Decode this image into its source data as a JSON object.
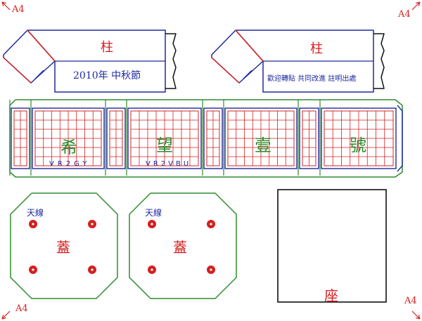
{
  "corner_marks": {
    "top_left": "A4",
    "top_right": "A4",
    "bottom_left": "A4",
    "bottom_right": "A4"
  },
  "pillars": [
    {
      "title": "柱",
      "caption": "2010年 中秋節"
    },
    {
      "title": "柱",
      "caption": "歡迎轉貼 共同改進 註明出處"
    }
  ],
  "sign": {
    "characters": [
      "希",
      "望",
      "壹",
      "號"
    ],
    "codes": [
      "VR2GY",
      "VR2VBU"
    ]
  },
  "lids": [
    {
      "label": "天線",
      "title": "蓋"
    },
    {
      "label": "天線",
      "title": "蓋"
    }
  ],
  "base": {
    "title": "座"
  },
  "colors": {
    "red": "#d42020",
    "green": "#2e8b2e",
    "navy": "#1e2a9e",
    "black": "#111111"
  }
}
